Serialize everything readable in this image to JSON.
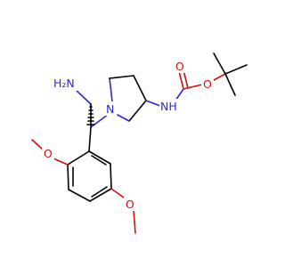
{
  "colors": {
    "bond": "#000000",
    "nitrogen": "#2a2ad0",
    "oxygen": "#d01010",
    "background": "#ffffff"
  },
  "atoms": {
    "amine_h2n": "H₂N",
    "ring_n": "N",
    "carbamate_nh": "NH",
    "carbonyl_o": "O",
    "ester_o": "O",
    "methoxy_o1": "O",
    "methoxy_o2": "O"
  },
  "stereo": {
    "chiral_center": "hashed-wedge"
  }
}
